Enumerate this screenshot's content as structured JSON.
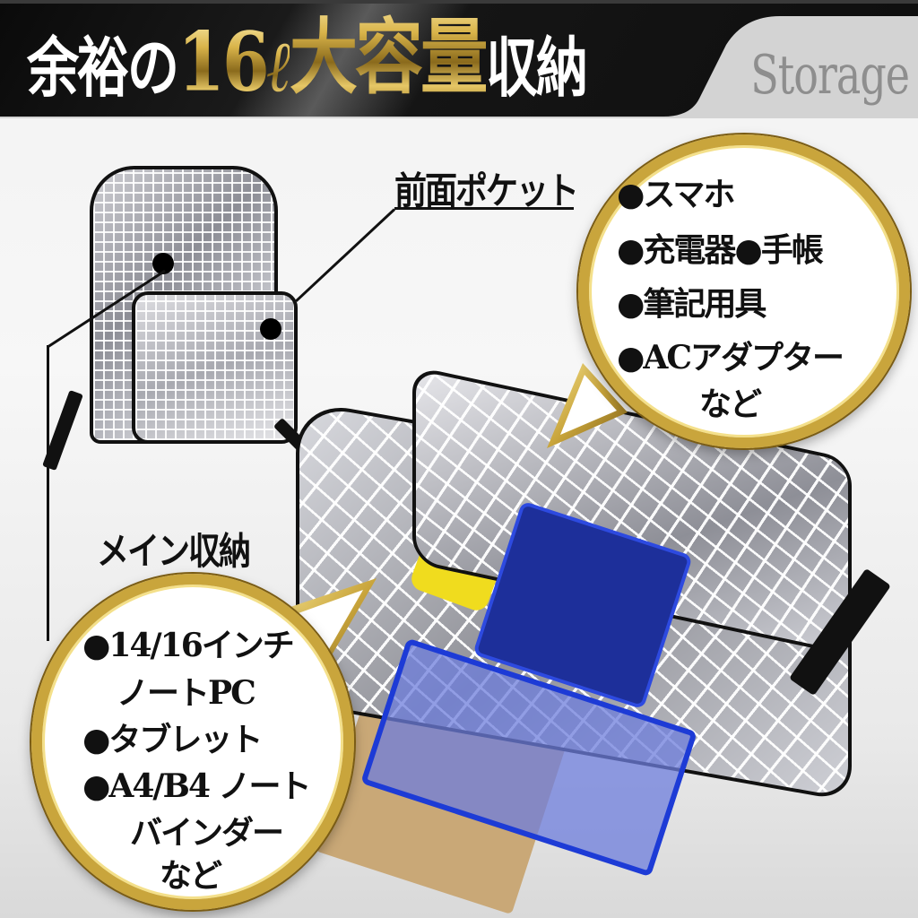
{
  "header": {
    "title_part1": "余裕の",
    "title_number": "16",
    "title_unit": "ℓ",
    "title_part2": "大容量",
    "title_part3": "収納",
    "subtitle_en": "Storage",
    "colors": {
      "band": "#111111",
      "gold": "#c9a53c",
      "subtitle": "#8e8e8e",
      "right_panel": "#d3d3d3"
    }
  },
  "callouts": {
    "front_pocket": {
      "label": "前面ポケット",
      "items": [
        "●スマホ",
        "●充電器●手帳",
        "●筆記用具",
        "●ACアダプター"
      ],
      "etc": "など"
    },
    "main_storage": {
      "label": "メイン収納",
      "items": [
        "●14/16インチ",
        "ノートPC",
        "●タブレット",
        "●A4/B4 ノート",
        "バインダー"
      ],
      "etc": "など"
    }
  },
  "images": {
    "small_backpack": "clear-grid-backpack-front-view",
    "open_backpack": "clear-grid-backpack-open-with-contents"
  }
}
